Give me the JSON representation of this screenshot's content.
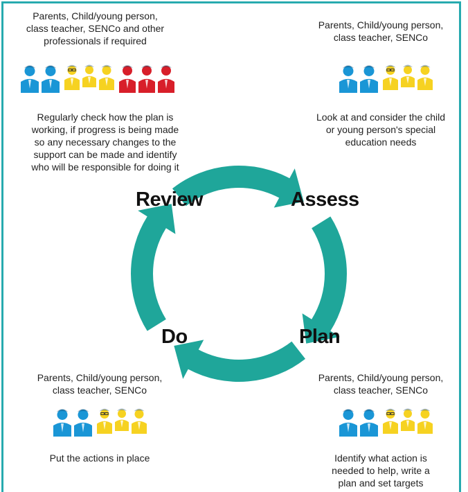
{
  "colors": {
    "frame": "#27aaaf",
    "arrow": "#1fa69a",
    "blue": "#1a96d6",
    "yellow": "#f6d221",
    "red": "#d81f2a"
  },
  "stages": {
    "review": "Review",
    "assess": "Assess",
    "plan": "Plan",
    "do": "Do"
  },
  "review": {
    "who": "Parents, Child/young person,\nclass teacher, SENCo and other\nprofessionals if required",
    "what": "Regularly check how the plan is\nworking, if progress is being made\nso any necessary changes to the\nsupport can be made and identify\nwho will be responsible for doing it",
    "icons": [
      "parents-icon",
      "children-icon",
      "professionals-icon"
    ]
  },
  "assess": {
    "who": "Parents, Child/young person,\nclass teacher, SENCo",
    "what": "Look at and consider the child\nor young person's special\neducation needs",
    "icons": [
      "parents-icon",
      "children-icon"
    ]
  },
  "do": {
    "who": "Parents, Child/young person,\nclass teacher, SENCo",
    "what": "Put the actions in place",
    "icons": [
      "parents-icon",
      "children-icon"
    ]
  },
  "plan": {
    "who": "Parents, Child/young person,\nclass teacher, SENCo",
    "what": "Identify what action is\nneeded to help, write a\nplan and set targets",
    "icons": [
      "parents-icon",
      "children-icon"
    ]
  }
}
